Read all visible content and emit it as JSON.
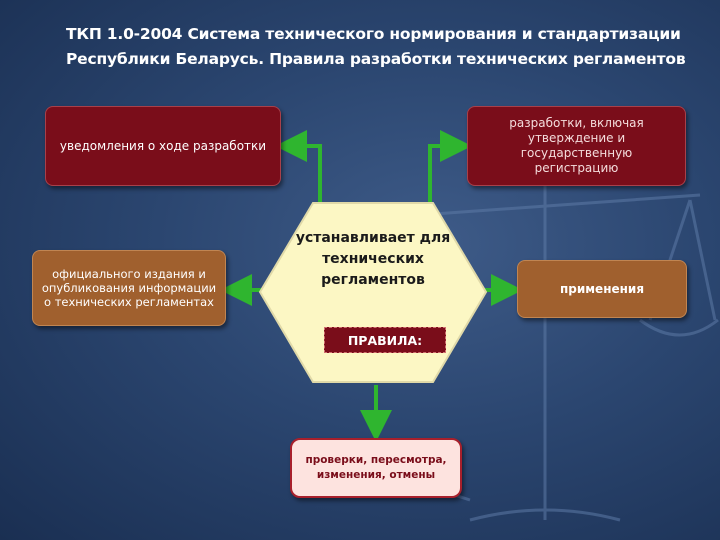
{
  "title": {
    "line1": "ТКП 1.0-2004 Система технического нормирования и стандартизации",
    "line2": "Республики Беларусь. Правила разработки технических регламентов"
  },
  "center": {
    "lines": [
      "устанавливает для",
      "технических",
      "регламентов"
    ],
    "rules_label": "ПРАВИЛА:"
  },
  "boxes": {
    "notify": "уведомления о ходе разработки",
    "development": "разработки, включая утверждение и государственную регистрацию",
    "publication": "официального издания и опубликования информации о технических регламентах",
    "application": "применения",
    "checks": "проверки, пересмотра, изменения, отмены"
  },
  "colors": {
    "arrow": "#2fb52f",
    "dark_red": "#7a0d1a",
    "brown": "#a0602e",
    "hexagon_fill": "#fcf7c4"
  }
}
